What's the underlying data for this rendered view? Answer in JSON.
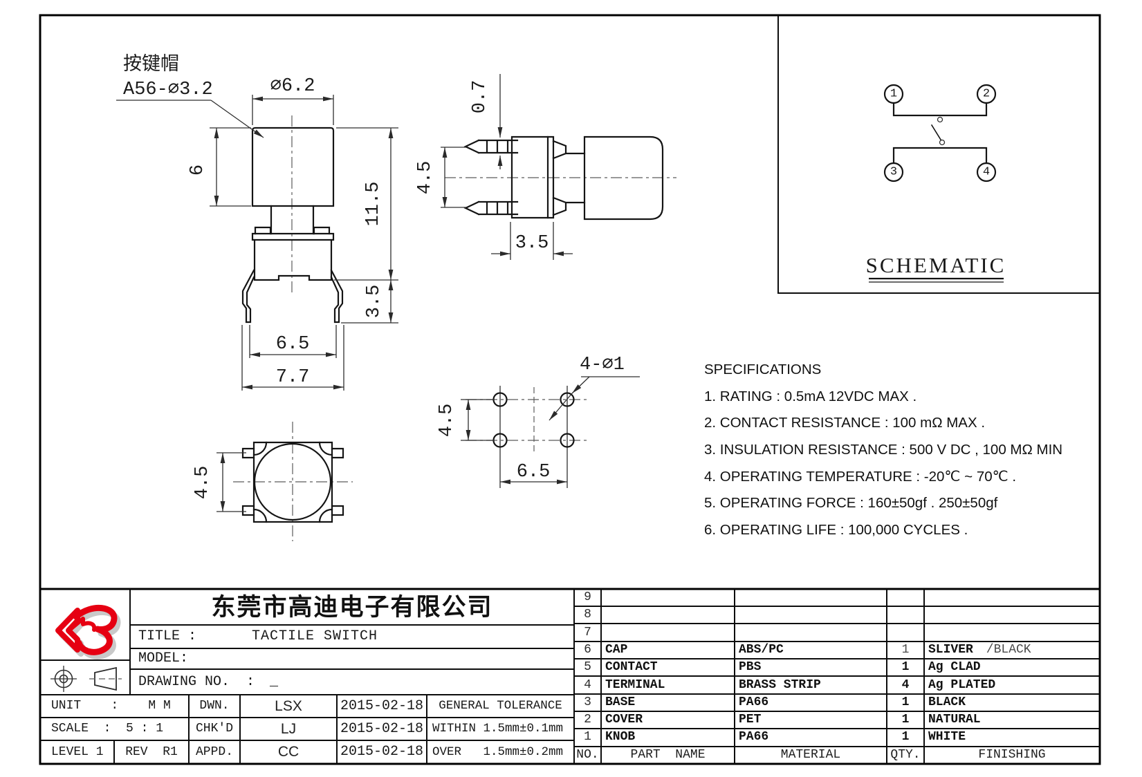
{
  "drawing": {
    "cap_note_line1": "按键帽",
    "cap_note_line2": "A56-⌀3.2",
    "front": {
      "dia": "⌀6.2",
      "cap_h": "6",
      "total_h": "11.5",
      "lead_len": "3.5",
      "inner_w": "6.5",
      "outer_w": "7.7"
    },
    "side": {
      "pin_offset": "0.7",
      "pin_pitch": "4.5",
      "body_t": "3.5"
    },
    "top": {
      "pitch": "4.5"
    },
    "pcb": {
      "holes": "4-⌀1",
      "pitch_v": "4.5",
      "pitch_h": "6.5"
    }
  },
  "schematic": {
    "title": "SCHEMATIC",
    "pin1": "1",
    "pin2": "2",
    "pin3": "3",
    "pin4": "4"
  },
  "specifications": {
    "heading": "SPECIFICATIONS",
    "items": [
      "1. RATING : 0.5mA 12VDC MAX .",
      "2. CONTACT RESISTANCE : 100 mΩ MAX .",
      "3. INSULATION RESISTANCE : 500 V DC , 100 MΩ MIN",
      "4. OPERATING TEMPERATURE : -20℃ ~ 70℃ .",
      "5. OPERATING FORCE : 160±50gf . 250±50gf",
      "6. OPERATING LIFE : 100,000 CYCLES ."
    ]
  },
  "title_block": {
    "company": "东莞市高迪电子有限公司",
    "title_label": "TITLE :",
    "title_value": "TACTILE SWITCH",
    "model_label": "MODEL:",
    "drawing_no_label": "DRAWING NO.  :",
    "drawing_no_value": "_",
    "unit_row": "UNIT    :    M M",
    "scale_row": "SCALE  :  5 : 1",
    "level": "LEVEL 1",
    "rev": "REV  R1",
    "dwn_label": "DWN.",
    "dwn_name": "LSX",
    "dwn_date": "2015-02-18",
    "chkd_label": "CHK'D",
    "chkd_name": "LJ",
    "chkd_date": "2015-02-18",
    "appd_label": "APPD.",
    "appd_name": "CC",
    "appd_date": "2015-02-18",
    "tol_title": "GENERAL TOLERANCE",
    "tol_within": "WITHIN 1.5mm±0.1mm",
    "tol_over": "OVER   1.5mm±0.2mm"
  },
  "parts_table": {
    "headers": {
      "no": "NO.",
      "part_name": "PART  NAME",
      "material": "MATERIAL",
      "qty": "QTY.",
      "finishing": "FINISHING"
    },
    "rows": [
      {
        "no": "9",
        "part_name": "",
        "material": "",
        "qty": "",
        "finishing": ""
      },
      {
        "no": "8",
        "part_name": "",
        "material": "",
        "qty": "",
        "finishing": ""
      },
      {
        "no": "7",
        "part_name": "",
        "material": "",
        "qty": "",
        "finishing": ""
      },
      {
        "no": "6",
        "part_name": "CAP",
        "material": "ABS/PC",
        "qty": "1",
        "finishing": "SLIVER",
        "finishing_alt": " /BLACK"
      },
      {
        "no": "5",
        "part_name": "CONTACT",
        "material": "PBS",
        "qty": "1",
        "finishing": "Ag CLAD"
      },
      {
        "no": "4",
        "part_name": "TERMINAL",
        "material": "BRASS STRIP",
        "qty": "4",
        "finishing": "Ag PLATED"
      },
      {
        "no": "3",
        "part_name": "BASE",
        "material": "PA66",
        "qty": "1",
        "finishing": "BLACK"
      },
      {
        "no": "2",
        "part_name": "COVER",
        "material": "PET",
        "qty": "1",
        "finishing": "NATURAL"
      },
      {
        "no": "1",
        "part_name": "KNOB",
        "material": "PA66",
        "qty": "1",
        "finishing": "WHITE"
      }
    ]
  },
  "colors": {
    "accent_red": "#e60012",
    "line": "#141414"
  }
}
